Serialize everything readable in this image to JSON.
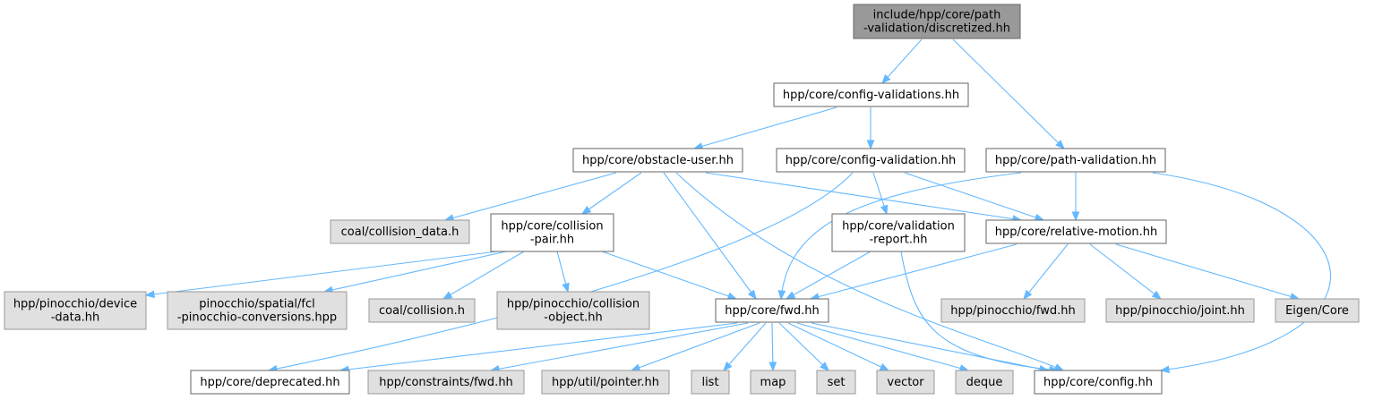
{
  "colors": {
    "root_fill": "#999999",
    "local_fill": "#ffffff",
    "external_fill": "#e0e0e0",
    "external_stroke": "#999999",
    "local_stroke": "#666666",
    "edge": "#63b8ff"
  },
  "nodes": [
    {
      "id": "discretized",
      "kind": "root",
      "lines": [
        "include/hpp/core/path",
        "-validation/discretized.hh"
      ]
    },
    {
      "id": "config-validations",
      "kind": "local",
      "lines": [
        "hpp/core/config-validations.hh"
      ]
    },
    {
      "id": "obstacle-user",
      "kind": "local",
      "lines": [
        "hpp/core/obstacle-user.hh"
      ]
    },
    {
      "id": "config-validation",
      "kind": "local",
      "lines": [
        "hpp/core/config-validation.hh"
      ]
    },
    {
      "id": "path-validation",
      "kind": "local",
      "lines": [
        "hpp/core/path-validation.hh"
      ]
    },
    {
      "id": "coal-collision-data",
      "kind": "external",
      "lines": [
        "coal/collision_data.h"
      ]
    },
    {
      "id": "collision-pair",
      "kind": "local",
      "lines": [
        "hpp/core/collision",
        "-pair.hh"
      ]
    },
    {
      "id": "validation-report",
      "kind": "local",
      "lines": [
        "hpp/core/validation",
        "-report.hh"
      ]
    },
    {
      "id": "relative-motion",
      "kind": "local",
      "lines": [
        "hpp/core/relative-motion.hh"
      ]
    },
    {
      "id": "pinocchio-device-data",
      "kind": "external",
      "lines": [
        "hpp/pinocchio/device",
        "-data.hh"
      ]
    },
    {
      "id": "fcl-pinocchio-conversions",
      "kind": "external",
      "lines": [
        "pinocchio/spatial/fcl",
        "-pinocchio-conversions.hpp"
      ]
    },
    {
      "id": "coal-collision",
      "kind": "external",
      "lines": [
        "coal/collision.h"
      ]
    },
    {
      "id": "pinocchio-collision-object",
      "kind": "external",
      "lines": [
        "hpp/pinocchio/collision",
        "-object.hh"
      ]
    },
    {
      "id": "core-fwd",
      "kind": "local",
      "lines": [
        "hpp/core/fwd.hh"
      ]
    },
    {
      "id": "pinocchio-fwd",
      "kind": "external",
      "lines": [
        "hpp/pinocchio/fwd.hh"
      ]
    },
    {
      "id": "pinocchio-joint",
      "kind": "external",
      "lines": [
        "hpp/pinocchio/joint.hh"
      ]
    },
    {
      "id": "eigen-core",
      "kind": "external",
      "lines": [
        "Eigen/Core"
      ]
    },
    {
      "id": "deprecated",
      "kind": "local",
      "lines": [
        "hpp/core/deprecated.hh"
      ]
    },
    {
      "id": "constraints-fwd",
      "kind": "external",
      "lines": [
        "hpp/constraints/fwd.hh"
      ]
    },
    {
      "id": "util-pointer",
      "kind": "external",
      "lines": [
        "hpp/util/pointer.hh"
      ]
    },
    {
      "id": "list",
      "kind": "external",
      "lines": [
        "list"
      ]
    },
    {
      "id": "map",
      "kind": "external",
      "lines": [
        "map"
      ]
    },
    {
      "id": "set",
      "kind": "external",
      "lines": [
        "set"
      ]
    },
    {
      "id": "vector",
      "kind": "external",
      "lines": [
        "vector"
      ]
    },
    {
      "id": "deque",
      "kind": "external",
      "lines": [
        "deque"
      ]
    },
    {
      "id": "config",
      "kind": "local",
      "lines": [
        "hpp/core/config.hh"
      ]
    }
  ],
  "edges": [
    [
      "discretized",
      "config-validations"
    ],
    [
      "discretized",
      "path-validation"
    ],
    [
      "config-validations",
      "obstacle-user"
    ],
    [
      "config-validations",
      "config-validation"
    ],
    [
      "obstacle-user",
      "coal-collision-data"
    ],
    [
      "obstacle-user",
      "collision-pair"
    ],
    [
      "obstacle-user",
      "relative-motion"
    ],
    [
      "obstacle-user",
      "core-fwd"
    ],
    [
      "obstacle-user",
      "config"
    ],
    [
      "config-validation",
      "validation-report"
    ],
    [
      "config-validation",
      "relative-motion"
    ],
    [
      "config-validation",
      "deprecated"
    ],
    [
      "path-validation",
      "relative-motion"
    ],
    [
      "path-validation",
      "core-fwd"
    ],
    [
      "path-validation",
      "config"
    ],
    [
      "collision-pair",
      "pinocchio-device-data"
    ],
    [
      "collision-pair",
      "fcl-pinocchio-conversions"
    ],
    [
      "collision-pair",
      "coal-collision"
    ],
    [
      "collision-pair",
      "pinocchio-collision-object"
    ],
    [
      "collision-pair",
      "core-fwd"
    ],
    [
      "validation-report",
      "core-fwd"
    ],
    [
      "validation-report",
      "config"
    ],
    [
      "relative-motion",
      "core-fwd"
    ],
    [
      "relative-motion",
      "pinocchio-fwd"
    ],
    [
      "relative-motion",
      "pinocchio-joint"
    ],
    [
      "relative-motion",
      "eigen-core"
    ],
    [
      "core-fwd",
      "deprecated"
    ],
    [
      "core-fwd",
      "constraints-fwd"
    ],
    [
      "core-fwd",
      "util-pointer"
    ],
    [
      "core-fwd",
      "list"
    ],
    [
      "core-fwd",
      "map"
    ],
    [
      "core-fwd",
      "set"
    ],
    [
      "core-fwd",
      "vector"
    ],
    [
      "core-fwd",
      "deque"
    ],
    [
      "core-fwd",
      "config"
    ]
  ]
}
